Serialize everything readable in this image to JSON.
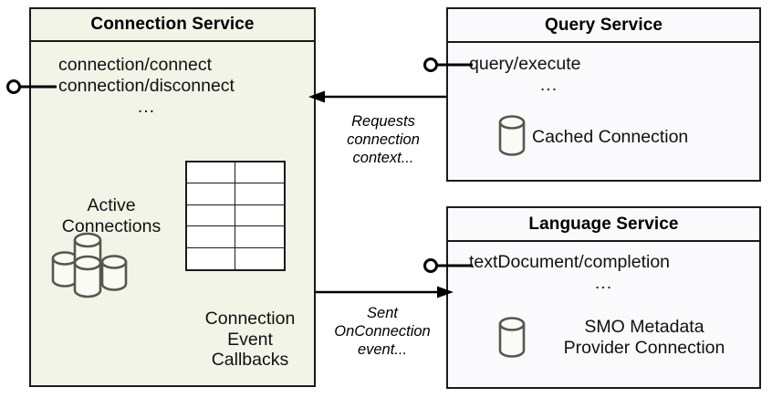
{
  "diagram": {
    "title_hidden": "",
    "colors": {
      "tinted_fill": "#f2f4e8",
      "plain_fill": "#fafafc",
      "stroke": "#1a1a1a",
      "icon_stroke": "#55584f"
    }
  },
  "connection_service": {
    "title": "Connection Service",
    "operations": [
      "connection/connect",
      "connection/disconnect"
    ],
    "ellipsis": "...",
    "active_connections_label_line1": "Active",
    "active_connections_label_line2": "Connections",
    "callbacks_label_line1": "Connection",
    "callbacks_label_line2": "Event",
    "callbacks_label_line3": "Callbacks",
    "table": {
      "columns": 2,
      "rows": 5
    },
    "db_cluster_icon": "database-cluster-icon",
    "lollipop_icon": "provided-interface-lollipop-icon"
  },
  "query_service": {
    "title": "Query Service",
    "operations": [
      "query/execute"
    ],
    "ellipsis": "...",
    "cached_connection_label": "Cached Connection",
    "db_icon": "database-cylinder-icon",
    "lollipop_icon": "provided-interface-lollipop-icon"
  },
  "language_service": {
    "title": "Language Service",
    "operations": [
      "textDocument/completion"
    ],
    "ellipsis": "...",
    "metadata_label_line1": "SMO Metadata",
    "metadata_label_line2": "Provider Connection",
    "db_icon": "database-cylinder-icon",
    "lollipop_icon": "provided-interface-lollipop-icon"
  },
  "edges": [
    {
      "id": "requests-connection-context",
      "from": "query_service",
      "to": "connection_service",
      "direction": "left",
      "label_lines": [
        "Requests",
        "connection",
        "context..."
      ]
    },
    {
      "id": "sent-onconnection-event",
      "from": "connection_service",
      "to": "language_service",
      "direction": "right",
      "label_lines": [
        "Sent",
        "OnConnection",
        "event..."
      ]
    }
  ]
}
